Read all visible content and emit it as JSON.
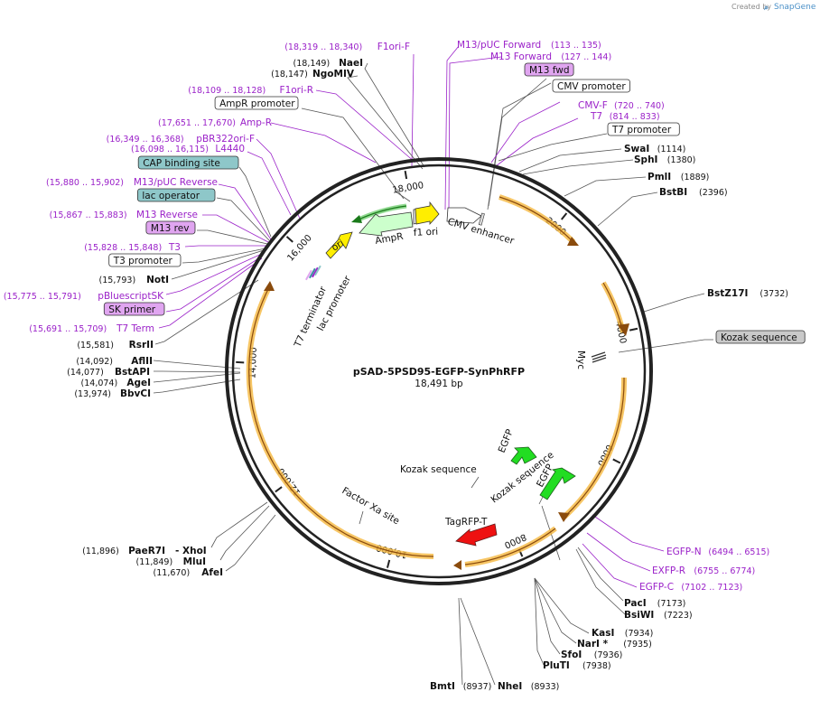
{
  "plasmid": {
    "name": "pSAD-5PSD95-EGFP-SynPhRFP",
    "length_label": "18,491 bp",
    "length": 18491
  },
  "watermark": {
    "prefix": "Created by",
    "brand": "SnapGene"
  },
  "colors": {
    "primer": "#9b22c9",
    "feature_orange": "#f5b83f",
    "egfp": "#22dd22",
    "rfp": "#ee1111",
    "ori": "#ffee00",
    "ampr": "#ccffcc",
    "misc_blue": "#8ec7c9",
    "misc_purple": "#e0a5f0"
  },
  "ticks": [
    {
      "label": "2000",
      "pos": 2000
    },
    {
      "label": "4000",
      "pos": 4000
    },
    {
      "label": "6000",
      "pos": 6000
    },
    {
      "label": "8000",
      "pos": 8000
    },
    {
      "label": "10,000",
      "pos": 10000
    },
    {
      "label": "12,000",
      "pos": 12000
    },
    {
      "label": "14,000",
      "pos": 14000
    },
    {
      "label": "16,000",
      "pos": 16000
    },
    {
      "label": "18,000",
      "pos": 18000
    }
  ],
  "inner_labels": {
    "ampr": "AmpR",
    "f1ori": "f1 ori",
    "cmv_enhancer": "CMV enhancer",
    "ori": "ori",
    "lac_promoter": "lac promoter",
    "t7_terminator": "T7 terminator",
    "myc": "Myc",
    "egfp_a": "EGFP",
    "egfp_b": "EGFP",
    "kozak_a": "Kozak sequence",
    "kozak_b": "Kozak sequence",
    "tagrfp": "TagRFP-T",
    "factorxa": "Factor Xa site"
  },
  "labels_left": [
    {
      "key": "f1ori_f",
      "kind": "primer",
      "name": "F1ori-F",
      "coord": "(18,319 .. 18,340)"
    },
    {
      "key": "naei",
      "kind": "enzyme",
      "name": "NaeI",
      "coord": "(18,149)"
    },
    {
      "key": "ngomiv",
      "kind": "enzyme",
      "name": "NgoMIV",
      "coord": "(18,147)"
    },
    {
      "key": "f1ori_r",
      "kind": "primer",
      "name": "F1ori-R",
      "coord": "(18,109 .. 18,128)"
    },
    {
      "key": "ampr_promoter",
      "kind": "box",
      "name": "AmpR promoter",
      "coord": ""
    },
    {
      "key": "amp_r",
      "kind": "primer",
      "name": "Amp-R",
      "coord": "(17,651 .. 17,670)"
    },
    {
      "key": "pbr322ori_f",
      "kind": "primer",
      "name": "pBR322ori-F",
      "coord": "(16,349 .. 16,368)"
    },
    {
      "key": "l4440",
      "kind": "primer",
      "name": "L4440",
      "coord": "(16,098 .. 16,115)"
    },
    {
      "key": "cap",
      "kind": "box-blue",
      "name": "CAP binding site",
      "coord": ""
    },
    {
      "key": "m13puc_rev",
      "kind": "primer",
      "name": "M13/pUC Reverse",
      "coord": "(15,880 .. 15,902)"
    },
    {
      "key": "lac_operator",
      "kind": "box-blue",
      "name": "lac operator",
      "coord": ""
    },
    {
      "key": "m13_reverse",
      "kind": "primer",
      "name": "M13 Reverse",
      "coord": "(15,867 .. 15,883)"
    },
    {
      "key": "m13_rev",
      "kind": "box-purple",
      "name": "M13 rev",
      "coord": ""
    },
    {
      "key": "t3",
      "kind": "primer",
      "name": "T3",
      "coord": "(15,828 .. 15,848)"
    },
    {
      "key": "t3_promoter",
      "kind": "box",
      "name": "T3 promoter",
      "coord": ""
    },
    {
      "key": "noti",
      "kind": "enzyme",
      "name": "NotI",
      "coord": "(15,793)"
    },
    {
      "key": "pbluescriptsk",
      "kind": "primer",
      "name": "pBluescriptSK",
      "coord": "(15,775 .. 15,791)"
    },
    {
      "key": "sk_primer",
      "kind": "box-purple",
      "name": "SK primer",
      "coord": ""
    },
    {
      "key": "t7_term",
      "kind": "primer",
      "name": "T7 Term",
      "coord": "(15,691 .. 15,709)"
    },
    {
      "key": "rsrii",
      "kind": "enzyme",
      "name": "RsrII",
      "coord": "(15,581)"
    },
    {
      "key": "aflii",
      "kind": "enzyme",
      "name": "AflII",
      "coord": "(14,092)"
    },
    {
      "key": "bstapi",
      "kind": "enzyme",
      "name": "BstAPI",
      "coord": "(14,077)"
    },
    {
      "key": "agei",
      "kind": "enzyme",
      "name": "AgeI",
      "coord": "(14,074)"
    },
    {
      "key": "bbvci",
      "kind": "enzyme",
      "name": "BbvCI",
      "coord": "(13,974)"
    },
    {
      "key": "paer7i",
      "kind": "enzyme",
      "name": "PaeR7I",
      "coord": "(11,896)"
    },
    {
      "key": "xhoi",
      "kind": "enzyme",
      "name": "- XhoI",
      "coord": ""
    },
    {
      "key": "mlui",
      "kind": "enzyme",
      "name": "MluI",
      "coord": "(11,849)"
    },
    {
      "key": "afei",
      "kind": "enzyme",
      "name": "AfeI",
      "coord": "(11,670)"
    }
  ],
  "labels_right": [
    {
      "key": "m13puc_fwd",
      "kind": "primer",
      "name": "M13/pUC Forward",
      "coord": "(113 .. 135)"
    },
    {
      "key": "m13_forward",
      "kind": "primer",
      "name": "M13 Forward",
      "coord": "(127 .. 144)"
    },
    {
      "key": "m13_fwd",
      "kind": "box-purple",
      "name": "M13 fwd",
      "coord": ""
    },
    {
      "key": "cmv_promoter",
      "kind": "box",
      "name": "CMV promoter",
      "coord": ""
    },
    {
      "key": "cmv_f",
      "kind": "primer",
      "name": "CMV-F",
      "coord": "(720 .. 740)"
    },
    {
      "key": "t7",
      "kind": "primer",
      "name": "T7",
      "coord": "(814 .. 833)"
    },
    {
      "key": "t7_promoter",
      "kind": "box",
      "name": "T7 promoter",
      "coord": ""
    },
    {
      "key": "swai",
      "kind": "enzyme",
      "name": "SwaI",
      "coord": "(1114)"
    },
    {
      "key": "sphi",
      "kind": "enzyme",
      "name": "SphI",
      "coord": "(1380)"
    },
    {
      "key": "pmli",
      "kind": "enzyme",
      "name": "PmlI",
      "coord": "(1889)"
    },
    {
      "key": "bstbi",
      "kind": "enzyme",
      "name": "BstBI",
      "coord": "(2396)"
    },
    {
      "key": "bstz17i",
      "kind": "enzyme",
      "name": "BstZ17I",
      "coord": "(3732)"
    },
    {
      "key": "kozak_box",
      "kind": "box-gray",
      "name": "Kozak sequence",
      "coord": ""
    },
    {
      "key": "egfp_n",
      "kind": "primer",
      "name": "EGFP-N",
      "coord": "(6494 .. 6515)"
    },
    {
      "key": "exfp_r",
      "kind": "primer",
      "name": "EXFP-R",
      "coord": "(6755 .. 6774)"
    },
    {
      "key": "egfp_c",
      "kind": "primer",
      "name": "EGFP-C",
      "coord": "(7102 .. 7123)"
    },
    {
      "key": "paci",
      "kind": "enzyme",
      "name": "PacI",
      "coord": "(7173)"
    },
    {
      "key": "bsiwi",
      "kind": "enzyme",
      "name": "BsiWI",
      "coord": "(7223)"
    },
    {
      "key": "kasi",
      "kind": "enzyme",
      "name": "KasI",
      "coord": "(7934)"
    },
    {
      "key": "nari",
      "kind": "enzyme",
      "name": "NarI *",
      "coord": "(7935)"
    },
    {
      "key": "sfoi",
      "kind": "enzyme",
      "name": "SfoI",
      "coord": "(7936)"
    },
    {
      "key": "pluti",
      "kind": "enzyme",
      "name": "PluTI",
      "coord": "(7938)"
    },
    {
      "key": "bmti",
      "kind": "enzyme",
      "name": "BmtI",
      "coord": "(8937)"
    },
    {
      "key": "nhei",
      "kind": "enzyme",
      "name": "NheI",
      "coord": "(8933)"
    }
  ]
}
